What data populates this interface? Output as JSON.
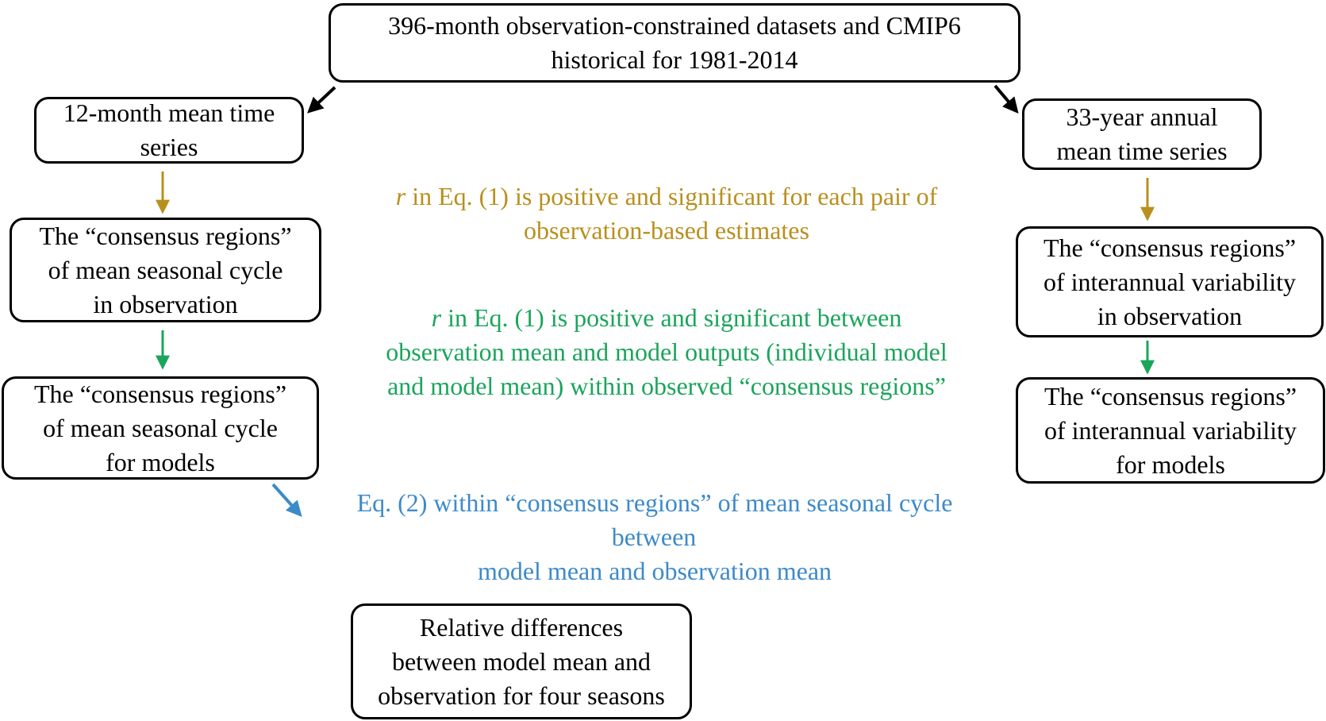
{
  "colors": {
    "box_border": "#000000",
    "arrow_black": "#000000",
    "arrow_gold": "#B8901E",
    "arrow_green": "#1AA55B",
    "arrow_blue": "#3D8AC9",
    "text_gold": "#B8901E",
    "text_green": "#1AA55B",
    "text_blue": "#3D8AC9"
  },
  "boxes": {
    "top": {
      "lines": [
        "396-month observation-constrained datasets and CMIP6",
        "historical for  1981-2014"
      ]
    },
    "left_series": {
      "lines": [
        "12-month mean time",
        "series"
      ]
    },
    "right_series": {
      "lines": [
        "33-year annual",
        "mean time series"
      ]
    },
    "left_obs": {
      "lines": [
        "The “consensus regions”",
        "of mean seasonal cycle",
        "in observation"
      ]
    },
    "right_obs": {
      "lines": [
        "The “consensus regions”",
        "of interannual variability",
        "in observation"
      ]
    },
    "left_models": {
      "lines": [
        "The “consensus regions”",
        "of mean seasonal cycle",
        "for models"
      ]
    },
    "right_models": {
      "lines": [
        "The “consensus regions”",
        "of interannual variability",
        "for models"
      ]
    },
    "bottom": {
      "lines": [
        "Relative differences",
        "between model mean and",
        "observation for four seasons"
      ]
    }
  },
  "notes": {
    "gold": {
      "symbol": "r",
      "line1_rest": " in Eq. (1) is positive and significant for each pair of",
      "line2": "observation-based estimates"
    },
    "green": {
      "symbol": "r",
      "line1_rest": " in Eq. (1) is positive and significant between",
      "line2": "observation mean and model outputs (individual model",
      "line3": "and model mean) within observed “consensus regions”"
    },
    "blue": {
      "line1": "Eq. (2) within “consensus regions” of mean seasonal cycle",
      "line2": "between",
      "line3": "model mean and observation mean"
    }
  }
}
